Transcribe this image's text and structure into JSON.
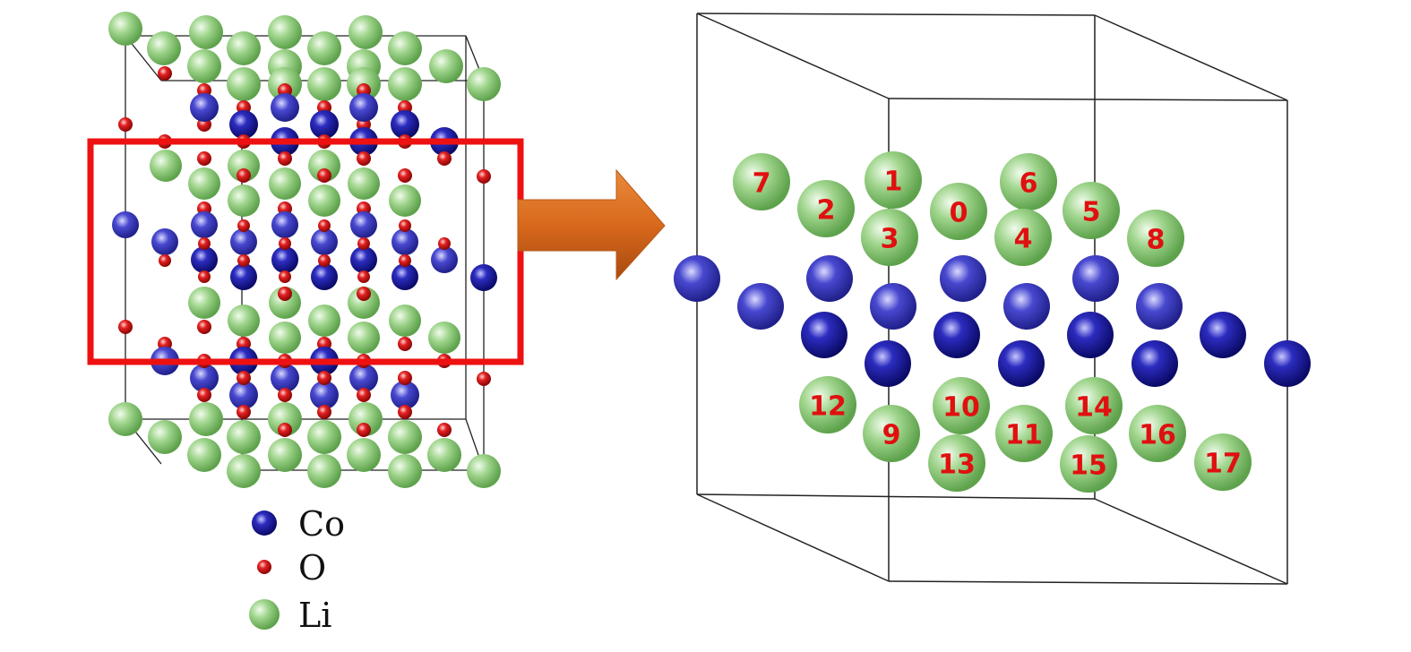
{
  "colors": {
    "co": "#1a1a9a",
    "o": "#dd1a1a",
    "li": "#8ccc7a",
    "selection_box": "#ee1111",
    "arrow": "#d8691c",
    "cell_edges": "#222222",
    "site_labels": "#e01010"
  },
  "legend": [
    {
      "element": "Co",
      "color_key": "co"
    },
    {
      "element": "O",
      "color_key": "o"
    },
    {
      "element": "Li",
      "color_key": "li"
    }
  ],
  "arrow": {
    "icon": "right-arrow"
  },
  "li_sites": [
    "0",
    "1",
    "2",
    "3",
    "4",
    "5",
    "6",
    "7",
    "8",
    "9",
    "10",
    "11",
    "12",
    "13",
    "14",
    "15",
    "16",
    "17"
  ]
}
